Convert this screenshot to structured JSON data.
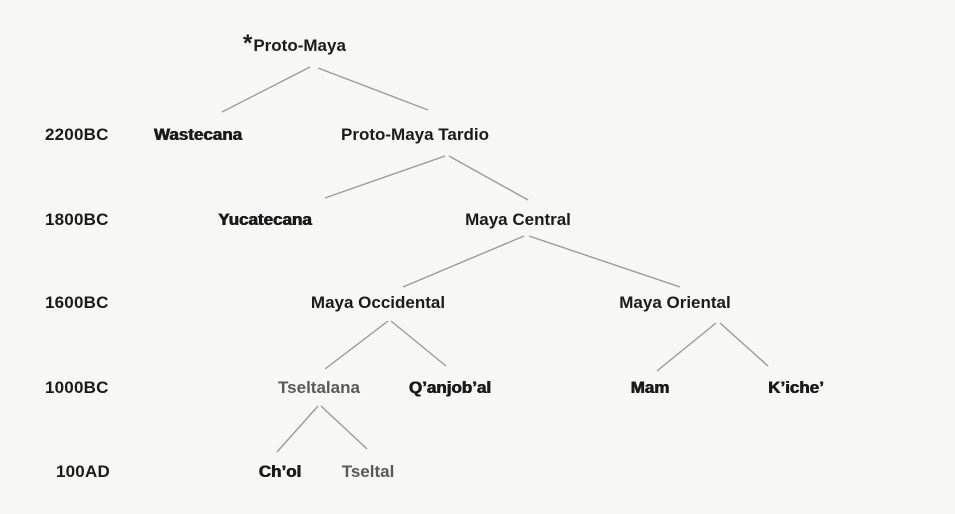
{
  "diagram": {
    "type": "language-family-tree",
    "subject": "Mayan languages evolution"
  },
  "colors": {
    "background": "#f7f7f5",
    "text": "#1b1b1b",
    "muted_text": "#5a5a5a",
    "line": "#9b9b9b"
  },
  "timeline": [
    {
      "label": "2200BC"
    },
    {
      "label": "1800BC"
    },
    {
      "label": "1600BC"
    },
    {
      "label": "1000BC"
    },
    {
      "label": "100AD"
    }
  ],
  "nodes": [
    {
      "prefix": "*",
      "label": "Proto-Maya"
    },
    {
      "label": "Wastecana"
    },
    {
      "label": "Proto-Maya Tardio"
    },
    {
      "label": "Yucatecana"
    },
    {
      "label": "Maya Central"
    },
    {
      "label": "Maya Occidental"
    },
    {
      "label": "Maya Oriental"
    },
    {
      "label": "Tseltalana"
    },
    {
      "label": "Q’anjob’al"
    },
    {
      "label": "Mam"
    },
    {
      "label": "K’iche’"
    },
    {
      "label": "Ch’ol"
    },
    {
      "label": "Tseltal"
    }
  ],
  "structure": [
    {
      "parent": "Proto-Maya",
      "children": [
        "Wastecana",
        "Proto-Maya Tardio"
      ]
    },
    {
      "parent": "Proto-Maya Tardio",
      "children": [
        "Yucatecana",
        "Maya Central"
      ]
    },
    {
      "parent": "Maya Central",
      "children": [
        "Maya Occidental",
        "Maya Oriental"
      ]
    },
    {
      "parent": "Maya Occidental",
      "children": [
        "Tseltalana",
        "Q’anjob’al"
      ]
    },
    {
      "parent": "Maya Oriental",
      "children": [
        "Mam",
        "K’iche’"
      ]
    },
    {
      "parent": "Tseltalana",
      "children": [
        "Ch’ol",
        "Tseltal"
      ]
    }
  ]
}
